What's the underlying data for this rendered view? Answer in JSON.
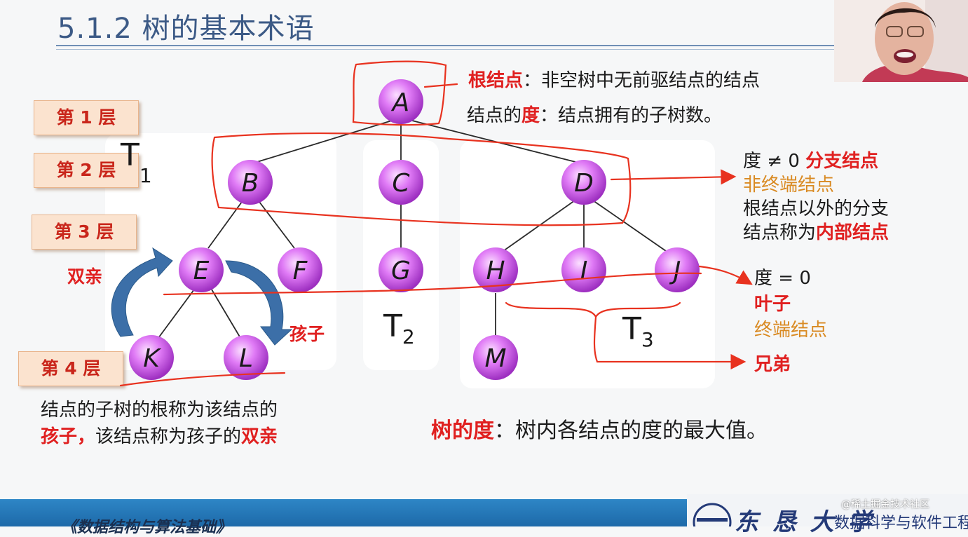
{
  "title": "5.1.2 树的基本术语",
  "levels": [
    "第 1 层",
    "第 2 层",
    "第 3 层",
    "第 4 层"
  ],
  "nodes": [
    "A",
    "B",
    "C",
    "D",
    "E",
    "F",
    "G",
    "H",
    "I",
    "J",
    "K",
    "L",
    "M"
  ],
  "subtrees": {
    "t1": "T",
    "t1_sub": "1",
    "t2": "T",
    "t2_sub": "2",
    "t3": "T",
    "t3_sub": "3"
  },
  "root_def": {
    "term": "根结点",
    "sep": "：",
    "text": "非空树中无前驱结点的结点"
  },
  "degree_def": {
    "prefix": "结点的",
    "term": "度",
    "sep": "：",
    "text": "结点拥有的子树数。"
  },
  "branch": {
    "cond": "度 ≠ 0 ",
    "term": "分支结点",
    "alt": "非终端结点",
    "line3": "根结点以外的分支",
    "line4_prefix": "结点称为",
    "line4_term": "内部结点"
  },
  "leaf": {
    "cond": "度 = 0",
    "term": "叶子",
    "alt": "终端结点"
  },
  "sibling": "兄弟",
  "parent_label": "双亲",
  "child_label": "孩子",
  "child_def": {
    "line1": "结点的子树的根称为该结点的",
    "term1": "孩子",
    "comma": "，",
    "mid": "该结点称为孩子的",
    "term2": "双亲"
  },
  "tree_degree": {
    "term": "树的度",
    "sep": "：",
    "text": "树内各结点的度的最大值。"
  },
  "footer": {
    "course": "《数据结构与算法基础》",
    "school": "东 恳 大 学",
    "dept": "数据科学与软件工程",
    "watermark": "@稀土掘金技术社区"
  },
  "colors": {
    "title": "#3c5a86",
    "accent_red": "#e02020",
    "accent_orange": "#d98a22",
    "node_fill": "#d96ff2",
    "annotation": "#e8321f"
  },
  "icons": [
    "curved-arrow-up-icon",
    "curved-arrow-down-icon"
  ]
}
